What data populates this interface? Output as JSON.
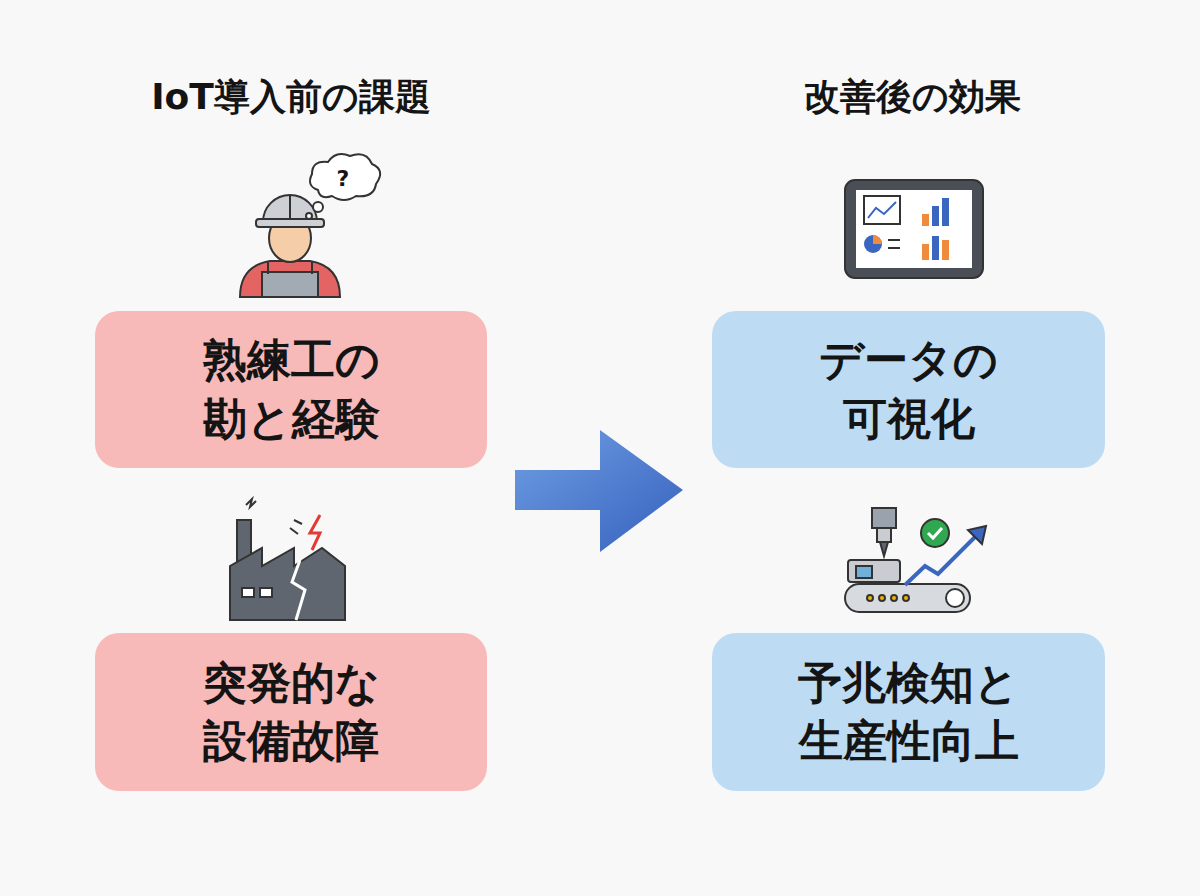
{
  "diagram": {
    "nodes": [
      {
        "text": [
          "熟練工の 勘と経験"
        ]
      },
      {
        "text": [
          "突発的な 設備故障"
        ]
      },
      {
        "text": [
          "データの 可視化"
        ]
      },
      {
        "text": [
          "予兆検知と 生産性向上"
        ]
      }
    ],
    "labels": [
      "IoT導入前の課題",
      "改善後の効果",
      "?"
    ]
  }
}
